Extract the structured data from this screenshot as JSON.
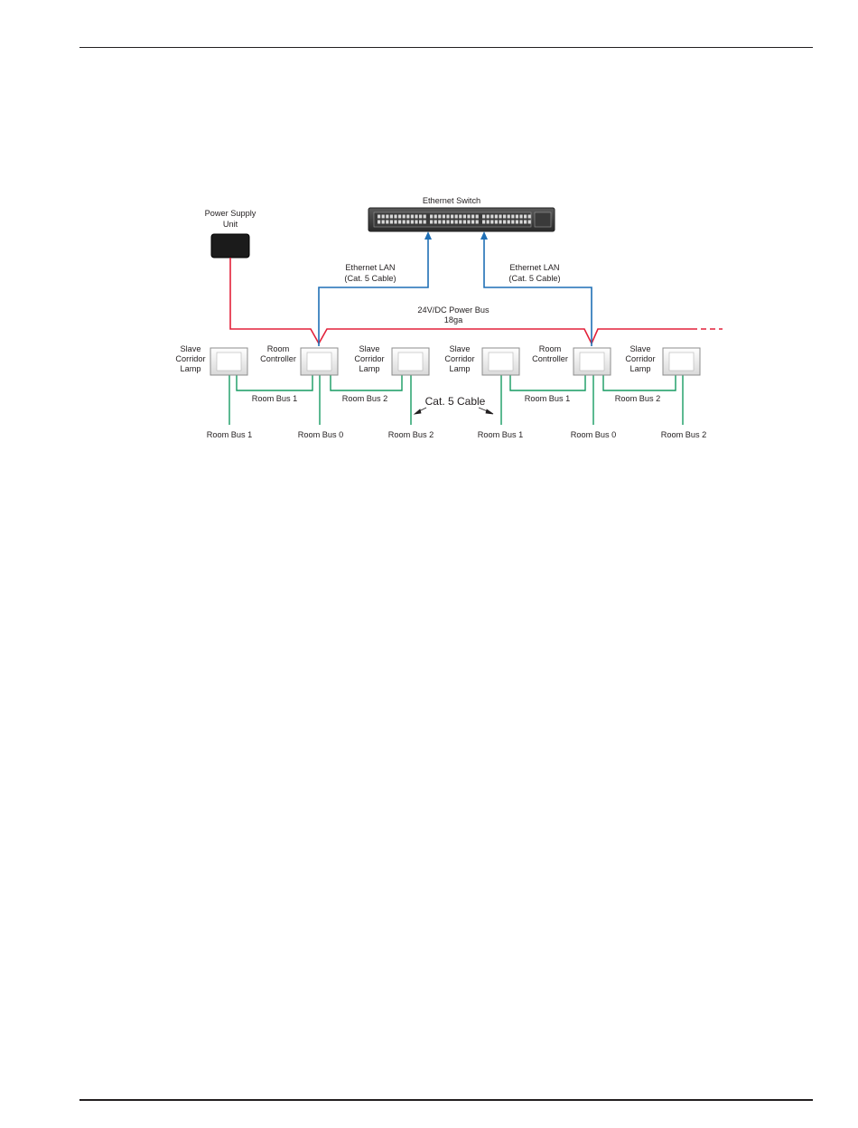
{
  "diagram": {
    "ethernet_switch": "Ethernet Switch",
    "psu": {
      "line1": "Power Supply",
      "line2": "Unit"
    },
    "lan_left": {
      "line1": "Ethernet LAN",
      "line2": "(Cat. 5 Cable)"
    },
    "lan_right": {
      "line1": "Ethernet LAN",
      "line2": "(Cat. 5 Cable)"
    },
    "power_bus": {
      "line1": "24V/DC Power Bus",
      "line2": "18ga"
    },
    "device_labels": [
      [
        "Slave",
        "Corridor",
        "Lamp"
      ],
      [
        "Room",
        "Controller"
      ],
      [
        "Slave",
        "Corridor",
        "Lamp"
      ],
      [
        "Slave",
        "Corridor",
        "Lamp"
      ],
      [
        "Room",
        "Controller"
      ],
      [
        "Slave",
        "Corridor",
        "Lamp"
      ]
    ],
    "link_labels": [
      "Room Bus 1",
      "Room Bus 2",
      "Room Bus 1",
      "Room Bus 2"
    ],
    "cable_label": "Cat. 5 Cable",
    "bottom_labels": [
      "Room Bus 1",
      "Room Bus 0",
      "Room Bus 2",
      "Room Bus 1",
      "Room Bus 0",
      "Room Bus 2"
    ],
    "colors": {
      "power": "#e2213a",
      "ethernet": "#1f6fb5",
      "roombus": "#169b62",
      "text": "#231f20"
    }
  }
}
